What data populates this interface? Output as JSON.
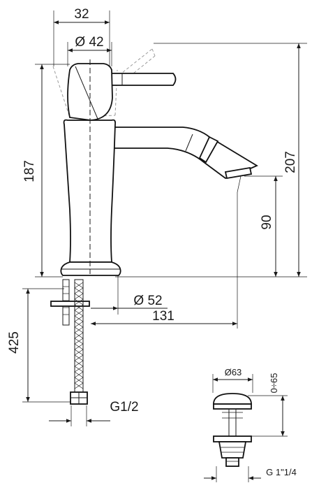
{
  "dimensions": {
    "width_top": "32",
    "diameter_handle": "Ø 42",
    "height_total": "207",
    "height_body": "187",
    "height_spout": "90",
    "diameter_base": "Ø 52",
    "reach": "131",
    "hose_length": "425",
    "thread": "G1/2",
    "drain_diameter": "Ø63",
    "drain_range": "0÷65",
    "drain_thread": "G 1\"1/4"
  }
}
